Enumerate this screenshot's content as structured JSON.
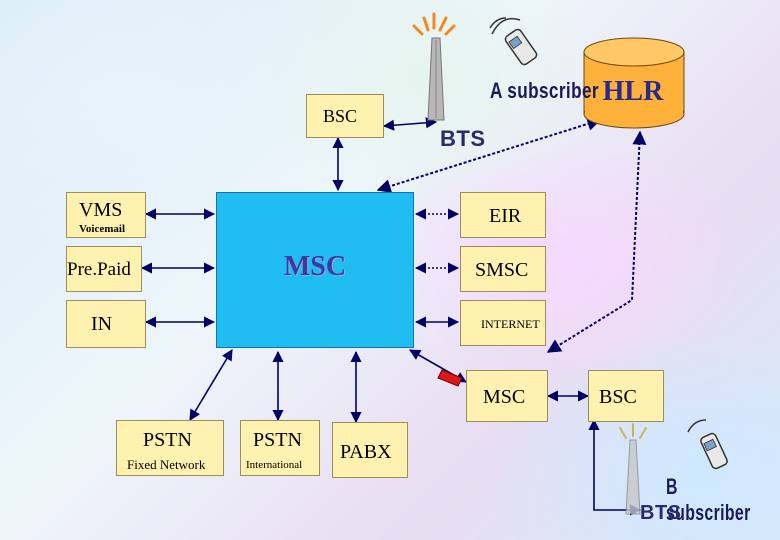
{
  "nodes": {
    "bsc_top": "BSC",
    "vms": "VMS",
    "vms_sub": "Voicemail",
    "prepaid": "Pre.Paid",
    "in": "IN",
    "msc_center": "MSC",
    "eir": "EIR",
    "smsc": "SMSC",
    "internet": "INTERNET",
    "msc_right": "MSC",
    "bsc_right": "BSC",
    "hlr": "HLR",
    "pstn_fixed": "PSTN",
    "pstn_fixed_sub": "Fixed Network",
    "pstn_intl": "PSTN",
    "pstn_intl_sub": "International",
    "pabx": "PABX"
  },
  "labels": {
    "a_subscriber": "A subscriber",
    "b_subscriber": "B subscriber",
    "bts_top": "BTS",
    "bts_bottom": "BTS"
  },
  "colors": {
    "msc_fill": "#1fbdf2",
    "box_fill": "#fff2b0",
    "hlr_fill": "#ffb13b",
    "line": "#000066"
  },
  "icons": [
    "mobile-phone-icon",
    "antenna-tower-icon",
    "link-arrow-icon"
  ]
}
